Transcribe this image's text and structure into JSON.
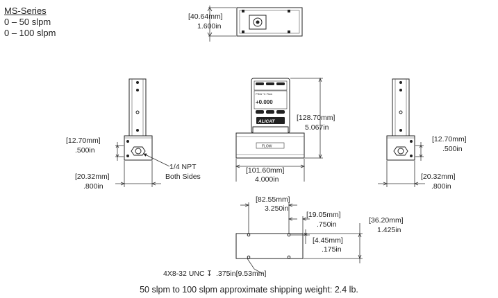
{
  "series": {
    "title": "MS-Series",
    "ranges": [
      "0 – 50 slpm",
      "0 – 100 slpm"
    ]
  },
  "dimensions": {
    "top_height": {
      "mm": "[40.64mm]",
      "in": "1.600in"
    },
    "left_port_height": {
      "mm": "[12.70mm]",
      "in": ".500in"
    },
    "left_port_width": {
      "mm": "[20.32mm]",
      "in": ".800in"
    },
    "front_height": {
      "mm": "[128.70mm]",
      "in": "5.067in"
    },
    "front_width": {
      "mm": "[101.60mm]",
      "in": "4.000in"
    },
    "right_port_height": {
      "mm": "[12.70mm]",
      "in": ".500in"
    },
    "right_port_width": {
      "mm": "[20.32mm]",
      "in": ".800in"
    },
    "bottom_hole_spacing": {
      "mm": "[82.55mm]",
      "in": "3.250in"
    },
    "bottom_hole_offset": {
      "mm": "[19.05mm]",
      "in": ".750in"
    },
    "bottom_depth": {
      "mm": "[36.20mm]",
      "in": "1.425in"
    },
    "bottom_hole_edge": {
      "mm": "[4.45mm]",
      "in": ".175in"
    }
  },
  "annotations": {
    "npt_line1": "1/4 NPT",
    "npt_line2": "Both Sides",
    "thread_note": "4X8-32 UNC",
    "thread_depth_symbol": "↧",
    "thread_depth": ".375in[9.53mm]",
    "display_value": "+0.000",
    "flow_label": "FLOW",
    "brand": "ALICAT"
  },
  "footer": "50 slpm to 100 slpm approximate shipping weight: 2.4 lb."
}
